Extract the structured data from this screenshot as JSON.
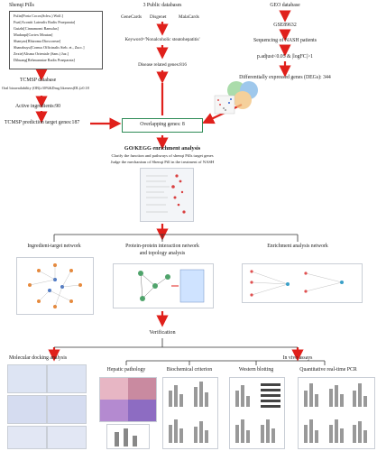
{
  "shenqi": {
    "title": "Shenqi Pills",
    "herbs": [
      "Fulin[Poria Cocos(Schw.) Wolf.]",
      "Fuzi[Aconiti Lateralis Radix Praeparata]",
      "Guizhi[Cinnamomi Ramulus]",
      "Mudanpi[Cortex Moutan]",
      "Shanyao[Rhizoma Dioscoreae]",
      "Shanzhuyu[Cornus Officinalis Sieb. et., Zucc.]",
      "Zexie[Alisma Orientale (Sam.) Juz.]",
      "Dihuang[Rehmanniae Radix Praeparata]"
    ],
    "tcmsp_db": "TCMSP database",
    "criteria": "Oral bioavailability (OB)≥30%&Drug likeness(DL)≥0.18",
    "active": "Active ingredients:90",
    "targets": "TCMSP prediction target genes:187"
  },
  "public": {
    "title": "3 Public databases",
    "dbs": [
      "GeneCards",
      "Disgenet",
      "MalaCards"
    ],
    "keyword": "Keyword='Nonalcoholic steatohepatitis'",
    "genes": "Disease related genes:816"
  },
  "geo": {
    "title": "GEO database",
    "id": "GSE89632",
    "seq": "Sequencing of NASH patients",
    "filter": "p.adjust<0.05 & |logFC|>1",
    "degs": "Differentially expressed genes (DEGs): 344"
  },
  "overlap": "Overlapping genes: 8",
  "gokegg": {
    "title": "GO/KEGG enrichment analysis",
    "line1": "Clarify the function and pathways of shenqi Pills target genes",
    "line2": "Judge the mechanism of Shenqi Pill in the treatment of NASH"
  },
  "networks": {
    "ingredient": "Ingredient-target network",
    "ppi1": "Protein-protein interaction network",
    "ppi2": "and topology analysis",
    "enrich": "Enrichment analysis network"
  },
  "verification": "Verification",
  "bottom": {
    "docking": "Molecular docking analysis",
    "invivo": "In vivo assays",
    "hepatic": "Hepatic pathology",
    "biochem": "Biochemical criterion",
    "western": "Western blotting",
    "pcr": "Quantitative real-time PCR"
  },
  "colors": {
    "arrow": "#e0201b",
    "box_border": "#2e8b57",
    "text": "#222222"
  }
}
